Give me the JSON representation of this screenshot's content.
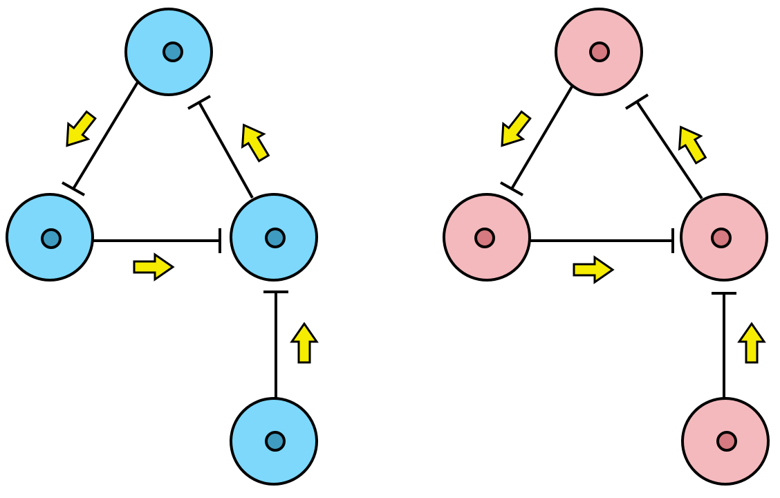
{
  "diagram": {
    "networks": [
      {
        "name": "",
        "cell_fill": "#7dd8fb",
        "nucleus_fill": "#3f9cc0",
        "stroke": "#000000",
        "cells": [
          "top",
          "left",
          "right",
          "bottom"
        ],
        "edges": [
          {
            "from": "top",
            "to": "left",
            "type": "inhibit"
          },
          {
            "from": "right",
            "to": "top",
            "type": "inhibit"
          },
          {
            "from": "left",
            "to": "right",
            "type": "inhibit"
          },
          {
            "from": "bottom",
            "to": "right",
            "type": "inhibit"
          }
        ]
      },
      {
        "name": "",
        "cell_fill": "#f4b9bd",
        "nucleus_fill": "#d57a80",
        "stroke": "#000000",
        "cells": [
          "top",
          "left",
          "right",
          "bottom"
        ],
        "edges": [
          {
            "from": "top",
            "to": "left",
            "type": "inhibit"
          },
          {
            "from": "right",
            "to": "top",
            "type": "inhibit"
          },
          {
            "from": "left",
            "to": "right",
            "type": "inhibit"
          },
          {
            "from": "bottom",
            "to": "right",
            "type": "inhibit"
          }
        ]
      }
    ],
    "arrow_color": "#f5ec00"
  }
}
